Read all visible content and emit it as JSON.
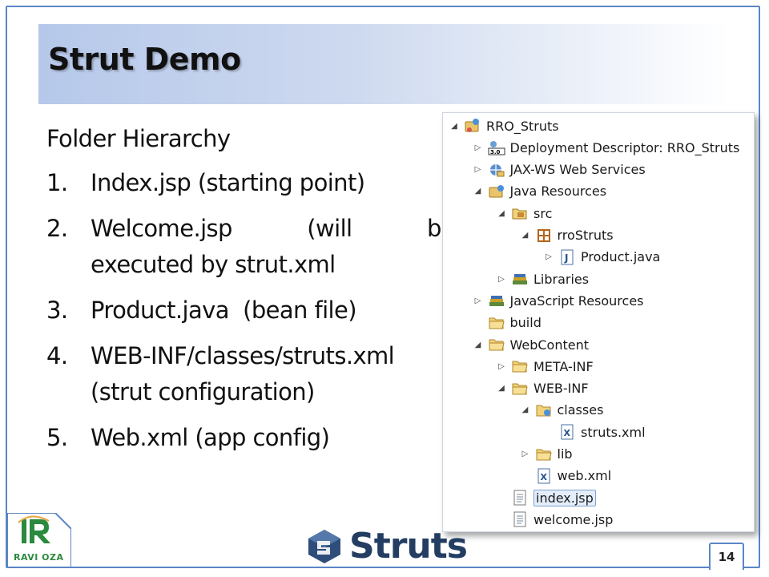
{
  "slide": {
    "title": "Strut Demo",
    "heading": "Folder Hierarchy",
    "items": [
      {
        "num": "1.",
        "text": "Index.jsp (starting point)"
      },
      {
        "num": "2.",
        "line1": "Welcome.jsp (will be",
        "line2": "executed by strut.xml"
      },
      {
        "num": "3.",
        "text": "Product.java  (bean file)"
      },
      {
        "num": "4.",
        "line1": "WEB-INF/classes/struts.xml",
        "line2": "(strut configuration)"
      },
      {
        "num": "5.",
        "text": "Web.xml (app config)"
      }
    ],
    "page_number": "14",
    "brand_text": "Struts",
    "logo_caption": "RAVI OZA"
  },
  "tree": {
    "nodes": [
      {
        "label": "RRO_Struts",
        "toggle": "open",
        "icon": "project-icon",
        "depth": 0
      },
      {
        "label": "Deployment Descriptor: RRO_Struts",
        "toggle": "closed",
        "icon": "deployment-descriptor-icon",
        "badge": "3.0",
        "depth": 1
      },
      {
        "label": "JAX-WS Web Services",
        "toggle": "closed",
        "icon": "web-services-icon",
        "depth": 1
      },
      {
        "label": "Java Resources",
        "toggle": "open",
        "icon": "java-resources-icon",
        "depth": 1
      },
      {
        "label": "src",
        "toggle": "open",
        "icon": "source-folder-icon",
        "depth": 2
      },
      {
        "label": "rroStruts",
        "toggle": "open",
        "icon": "package-icon",
        "depth": 3
      },
      {
        "label": "Product.java",
        "toggle": "closed",
        "icon": "java-file-icon",
        "depth": 4
      },
      {
        "label": "Libraries",
        "toggle": "closed",
        "icon": "libraries-icon",
        "depth": 2
      },
      {
        "label": "JavaScript Resources",
        "toggle": "closed",
        "icon": "javascript-resources-icon",
        "depth": 1
      },
      {
        "label": "build",
        "toggle": "none",
        "icon": "folder-icon",
        "depth": 1
      },
      {
        "label": "WebContent",
        "toggle": "open",
        "icon": "folder-icon",
        "depth": 1
      },
      {
        "label": "META-INF",
        "toggle": "closed",
        "icon": "folder-icon",
        "depth": 2
      },
      {
        "label": "WEB-INF",
        "toggle": "open",
        "icon": "folder-icon",
        "depth": 2
      },
      {
        "label": "classes",
        "toggle": "open",
        "icon": "classes-folder-icon",
        "depth": 3
      },
      {
        "label": "struts.xml",
        "toggle": "none",
        "icon": "xml-file-icon",
        "depth": 4
      },
      {
        "label": "lib",
        "toggle": "closed",
        "icon": "folder-icon",
        "depth": 3
      },
      {
        "label": "web.xml",
        "toggle": "none",
        "icon": "xml-file-icon",
        "depth": 3
      },
      {
        "label": "index.jsp",
        "toggle": "none",
        "icon": "jsp-file-icon",
        "depth": 2,
        "selected": true
      },
      {
        "label": "welcome.jsp",
        "toggle": "none",
        "icon": "jsp-file-icon",
        "depth": 2
      }
    ]
  },
  "colors": {
    "accent_border": "#5a86c6",
    "title_band": "#b6c8ea",
    "struts_brand": "#233e62",
    "logo_green": "#2b8a3e",
    "selection": "#e4eefb"
  }
}
